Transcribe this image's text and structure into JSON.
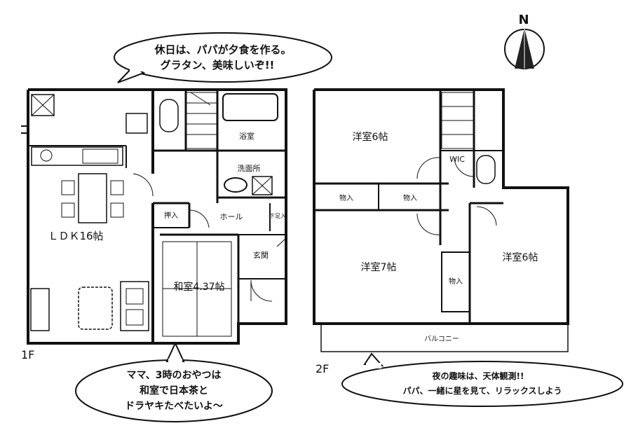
{
  "compass": {
    "label": "N"
  },
  "floors": {
    "first": {
      "label": "1F"
    },
    "second": {
      "label": "2F"
    }
  },
  "rooms_1f": {
    "ldk": "ＬＤＫ16帖",
    "bath": "浴室",
    "washroom": "洗面所",
    "hall": "ホール",
    "storage1": "押入",
    "storage2": "下足入",
    "japanese": "和室4.37帖",
    "entrance": "玄関"
  },
  "rooms_2f": {
    "west_room": "洋室6帖",
    "closet1": "物入",
    "closet2": "物入",
    "wic": "WIC",
    "room7": "洋室7帖",
    "closet3": "物入",
    "east_room": "洋室6帖",
    "balcony": "バルコニー"
  },
  "bubbles": {
    "top": {
      "line1": "休日は、パパが夕食を作る。",
      "line2": "グラタン、美味しいぞ!!"
    },
    "bottom_left": {
      "line1": "ママ、3時のおやつは",
      "line2": "和室で日本茶と",
      "line3": "ドラヤキたべたいよ〜"
    },
    "bottom_right": {
      "line1": "夜の趣味は、天体観測!!",
      "line2": "パパ、一緒に星を見て、リラックスしよう"
    }
  }
}
